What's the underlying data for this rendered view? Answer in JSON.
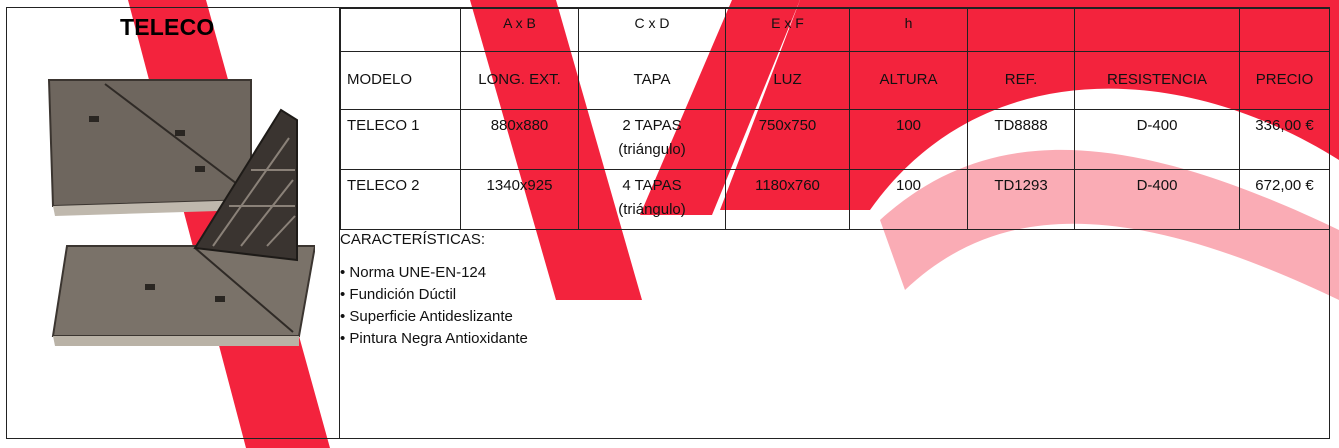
{
  "brand": "TELECO",
  "table": {
    "dim_row": [
      "",
      "A x B",
      "C x D",
      "E x F",
      "h",
      "",
      "",
      ""
    ],
    "header_row": [
      "MODELO",
      "LONG. EXT.",
      "TAPA",
      "LUZ",
      "ALTURA",
      "REF.",
      "RESISTENCIA",
      "PRECIO"
    ],
    "rows": [
      {
        "modelo": "TELECO 1",
        "long_ext": "880x880",
        "tapa_1": "2 TAPAS",
        "tapa_2": "(triángulo)",
        "luz": "750x750",
        "altura": "100",
        "ref": "TD8888",
        "resistencia": "D-400",
        "precio": "336,00 €"
      },
      {
        "modelo": "TELECO 2",
        "long_ext": "1340x925",
        "tapa_1": "4 TAPAS",
        "tapa_2": "(triángulo)",
        "luz": "1180x760",
        "altura": "100",
        "ref": "TD1293",
        "resistencia": "D-400",
        "precio": "672,00 €"
      }
    ]
  },
  "features": {
    "title": "CARACTERÍSTICAS:",
    "items": [
      "• Norma UNE-EN-124",
      "• Fundición Dúctil",
      "• Superficie Antideslizante",
      "• Pintura Negra Antioxidante"
    ]
  },
  "colors": {
    "watermark": "#f2102c",
    "border": "#222222"
  },
  "icons": {
    "watermark": "red-slash-watermark-icon",
    "photo": "manhole-cover-product-photo"
  }
}
